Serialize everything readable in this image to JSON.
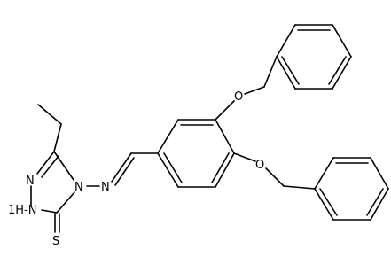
{
  "molecule": {
    "atoms": {
      "n1": "N",
      "n2": "N",
      "nh": "1H-N",
      "n_imine": "N",
      "s": "S",
      "o_upper": "O",
      "o_lower": "O"
    },
    "colors": {
      "bond": "#000000",
      "label": "#000000",
      "background": "#ffffff"
    }
  }
}
